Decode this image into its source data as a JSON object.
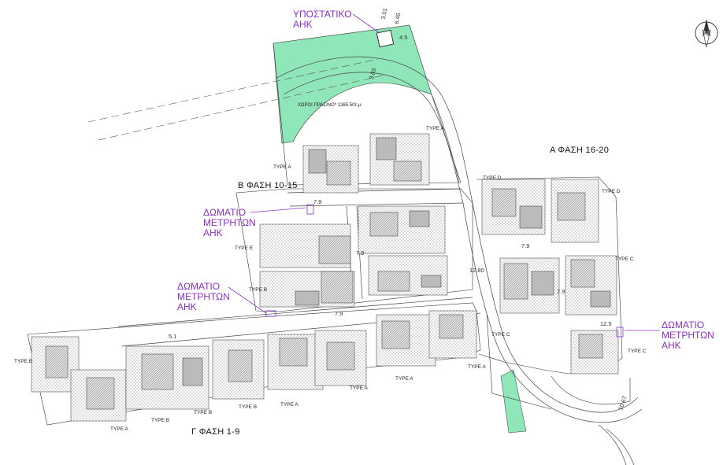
{
  "annotations": {
    "substation": "ΥΠΟΣΤΑΤΙΚΟ\nΑΗΚ",
    "meter_room_1": "ΔΩΜΑΤΙΟ\nΜΕΤΡΗΤΩΝ\nΑΗΚ",
    "meter_room_2": "ΔΩΜΑΤΙΟ\nΜΕΤΡΗΤΩΝ\nΑΗΚ",
    "meter_room_3": "ΔΩΜΑΤΙΟ\nΜΕΤΡΗΤΩΝ\nΑΗΚ"
  },
  "phases": {
    "a": "Α ΦΑΣΗ 16-20",
    "b": "Β ΦΑΣΗ 10-15",
    "c": "Γ ΦΑΣΗ 1-9"
  },
  "green_area": "ΧΩΡΟΙ ΠΡΑΣΙΝΟ* 1385.50τ.μ.",
  "dimensions": {
    "d1": "3.01",
    "d2": "6.45",
    "d3": "4.5",
    "d4": "3.03",
    "d5": "7.9",
    "d6": "7.9",
    "d7": "12.80",
    "d8": "7.9",
    "d9": "7.9",
    "d10": "12.5",
    "d11": "10.67",
    "d12": "7.9",
    "d13": "5.1"
  },
  "types": {
    "t1": "TYPE A",
    "t2": "TYPE A",
    "t3": "TYPE D",
    "t4": "TYPE D",
    "t5": "TYPE E",
    "t6": "TYPE C",
    "t7": "TYPE B",
    "t8": "TYPE C",
    "t9": "TYPE C",
    "t10": "TYPE B",
    "t11": "TYPE B",
    "t12": "TYPE A",
    "t13": "TYPE B",
    "t14": "TYPE B",
    "t15": "TYPE A",
    "t16": "TYPE A",
    "t17": "TYPE A",
    "t18": "TYPE A"
  },
  "compass_icon": "north-arrow-icon",
  "colors": {
    "green": "#8fe6b9",
    "purple": "#8b2fc9",
    "line": "#333333"
  }
}
